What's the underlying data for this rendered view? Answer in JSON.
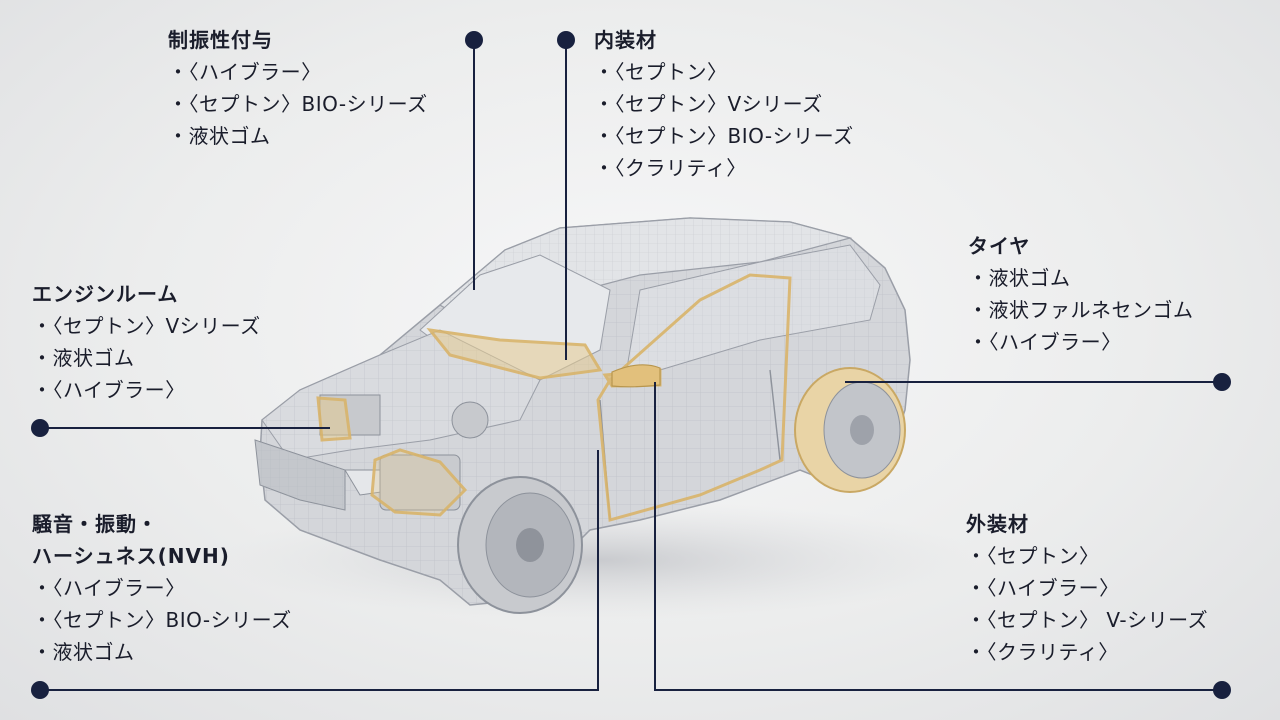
{
  "colors": {
    "leader": "#18213f",
    "highlight": "#d9b46a",
    "car_line": "#a9adb5",
    "car_fill": "#d6d8dc"
  },
  "callouts": {
    "damping": {
      "title": "制振性付与",
      "items": [
        "・〈ハイブラー〉",
        "・〈セプトン〉BIO-シリーズ",
        "・液状ゴム"
      ]
    },
    "interior": {
      "title": "内装材",
      "items": [
        "・〈セプトン〉",
        "・〈セプトン〉Vシリーズ",
        "・〈セプトン〉BIO-シリーズ",
        "・〈クラリティ〉"
      ]
    },
    "engine": {
      "title": "エンジンルーム",
      "items": [
        "・〈セプトン〉Vシリーズ",
        "・液状ゴム",
        "・〈ハイブラー〉"
      ]
    },
    "tire": {
      "title": "タイヤ",
      "items": [
        "・液状ゴム",
        "・液状ファルネセンゴム",
        "・〈ハイブラー〉"
      ]
    },
    "nvh": {
      "title_line1": "騒音・振動・",
      "title_line2": "ハーシュネス(NVH)",
      "items": [
        "・〈ハイブラー〉",
        "・〈セプトン〉BIO-シリーズ",
        "・液状ゴム"
      ]
    },
    "exterior": {
      "title": "外装材",
      "items": [
        "・〈セプトン〉",
        "・〈ハイブラー〉",
        "・〈セプトン〉 V-シリーズ",
        "・〈クラリティ〉"
      ]
    }
  }
}
